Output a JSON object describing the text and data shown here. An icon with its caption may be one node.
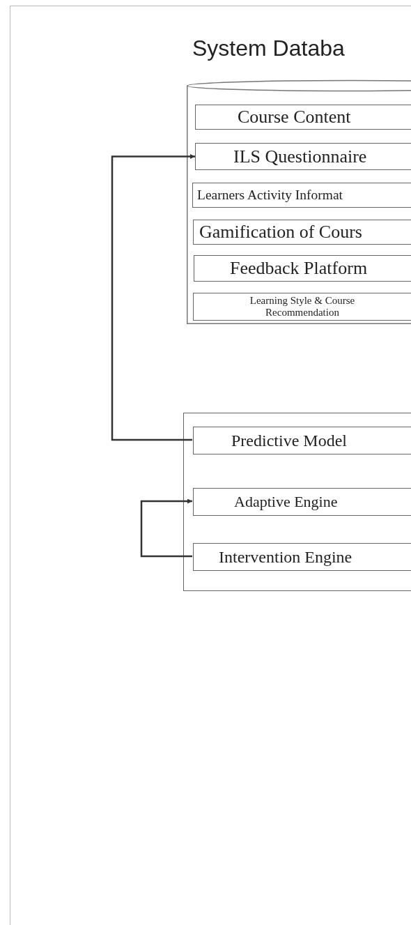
{
  "diagram": {
    "nodes": [
      {
        "text": [
          "System Databa"
        ]
      },
      {
        "text": [
          "Course Content"
        ],
        "in": 0
      },
      {
        "text": [
          "ILS Questionnaire"
        ],
        "in": 0
      },
      {
        "text": [
          "Learners Activity Informat"
        ],
        "in": 0
      },
      {
        "text": [
          "Gamification of Cours"
        ],
        "in": 0
      },
      {
        "text": [
          "Feedback Platform"
        ],
        "in": 0
      },
      {
        "text": [
          "Learning Style & Course Recommendation"
        ],
        "in": 0
      },
      {
        "text": [],
        "shape": "box"
      },
      {
        "text": [
          "Predictive Model"
        ],
        "in": 7
      },
      {
        "text": [
          "Adaptive Engine"
        ],
        "in": 7
      },
      {
        "text": [
          "Intervention Engine"
        ],
        "in": 7
      }
    ],
    "edges": [
      {
        "from": 8,
        "to": 2,
        "arrow": "to"
      },
      {
        "from": 10,
        "to": 9,
        "arrow": "to"
      }
    ]
  }
}
